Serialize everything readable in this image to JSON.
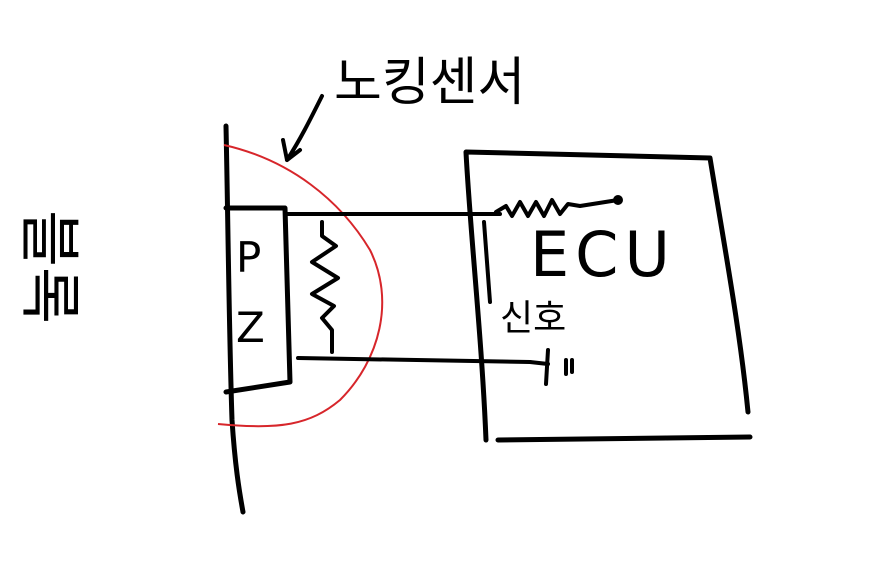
{
  "labels": {
    "sensor_title": "노킹센서",
    "block": "블록",
    "ecu": "ECU",
    "signal": "신호",
    "piezo_p": "P",
    "piezo_z": "Z"
  },
  "colors": {
    "ink": "#000000",
    "highlight": "#d7262b",
    "background": "#ffffff"
  }
}
